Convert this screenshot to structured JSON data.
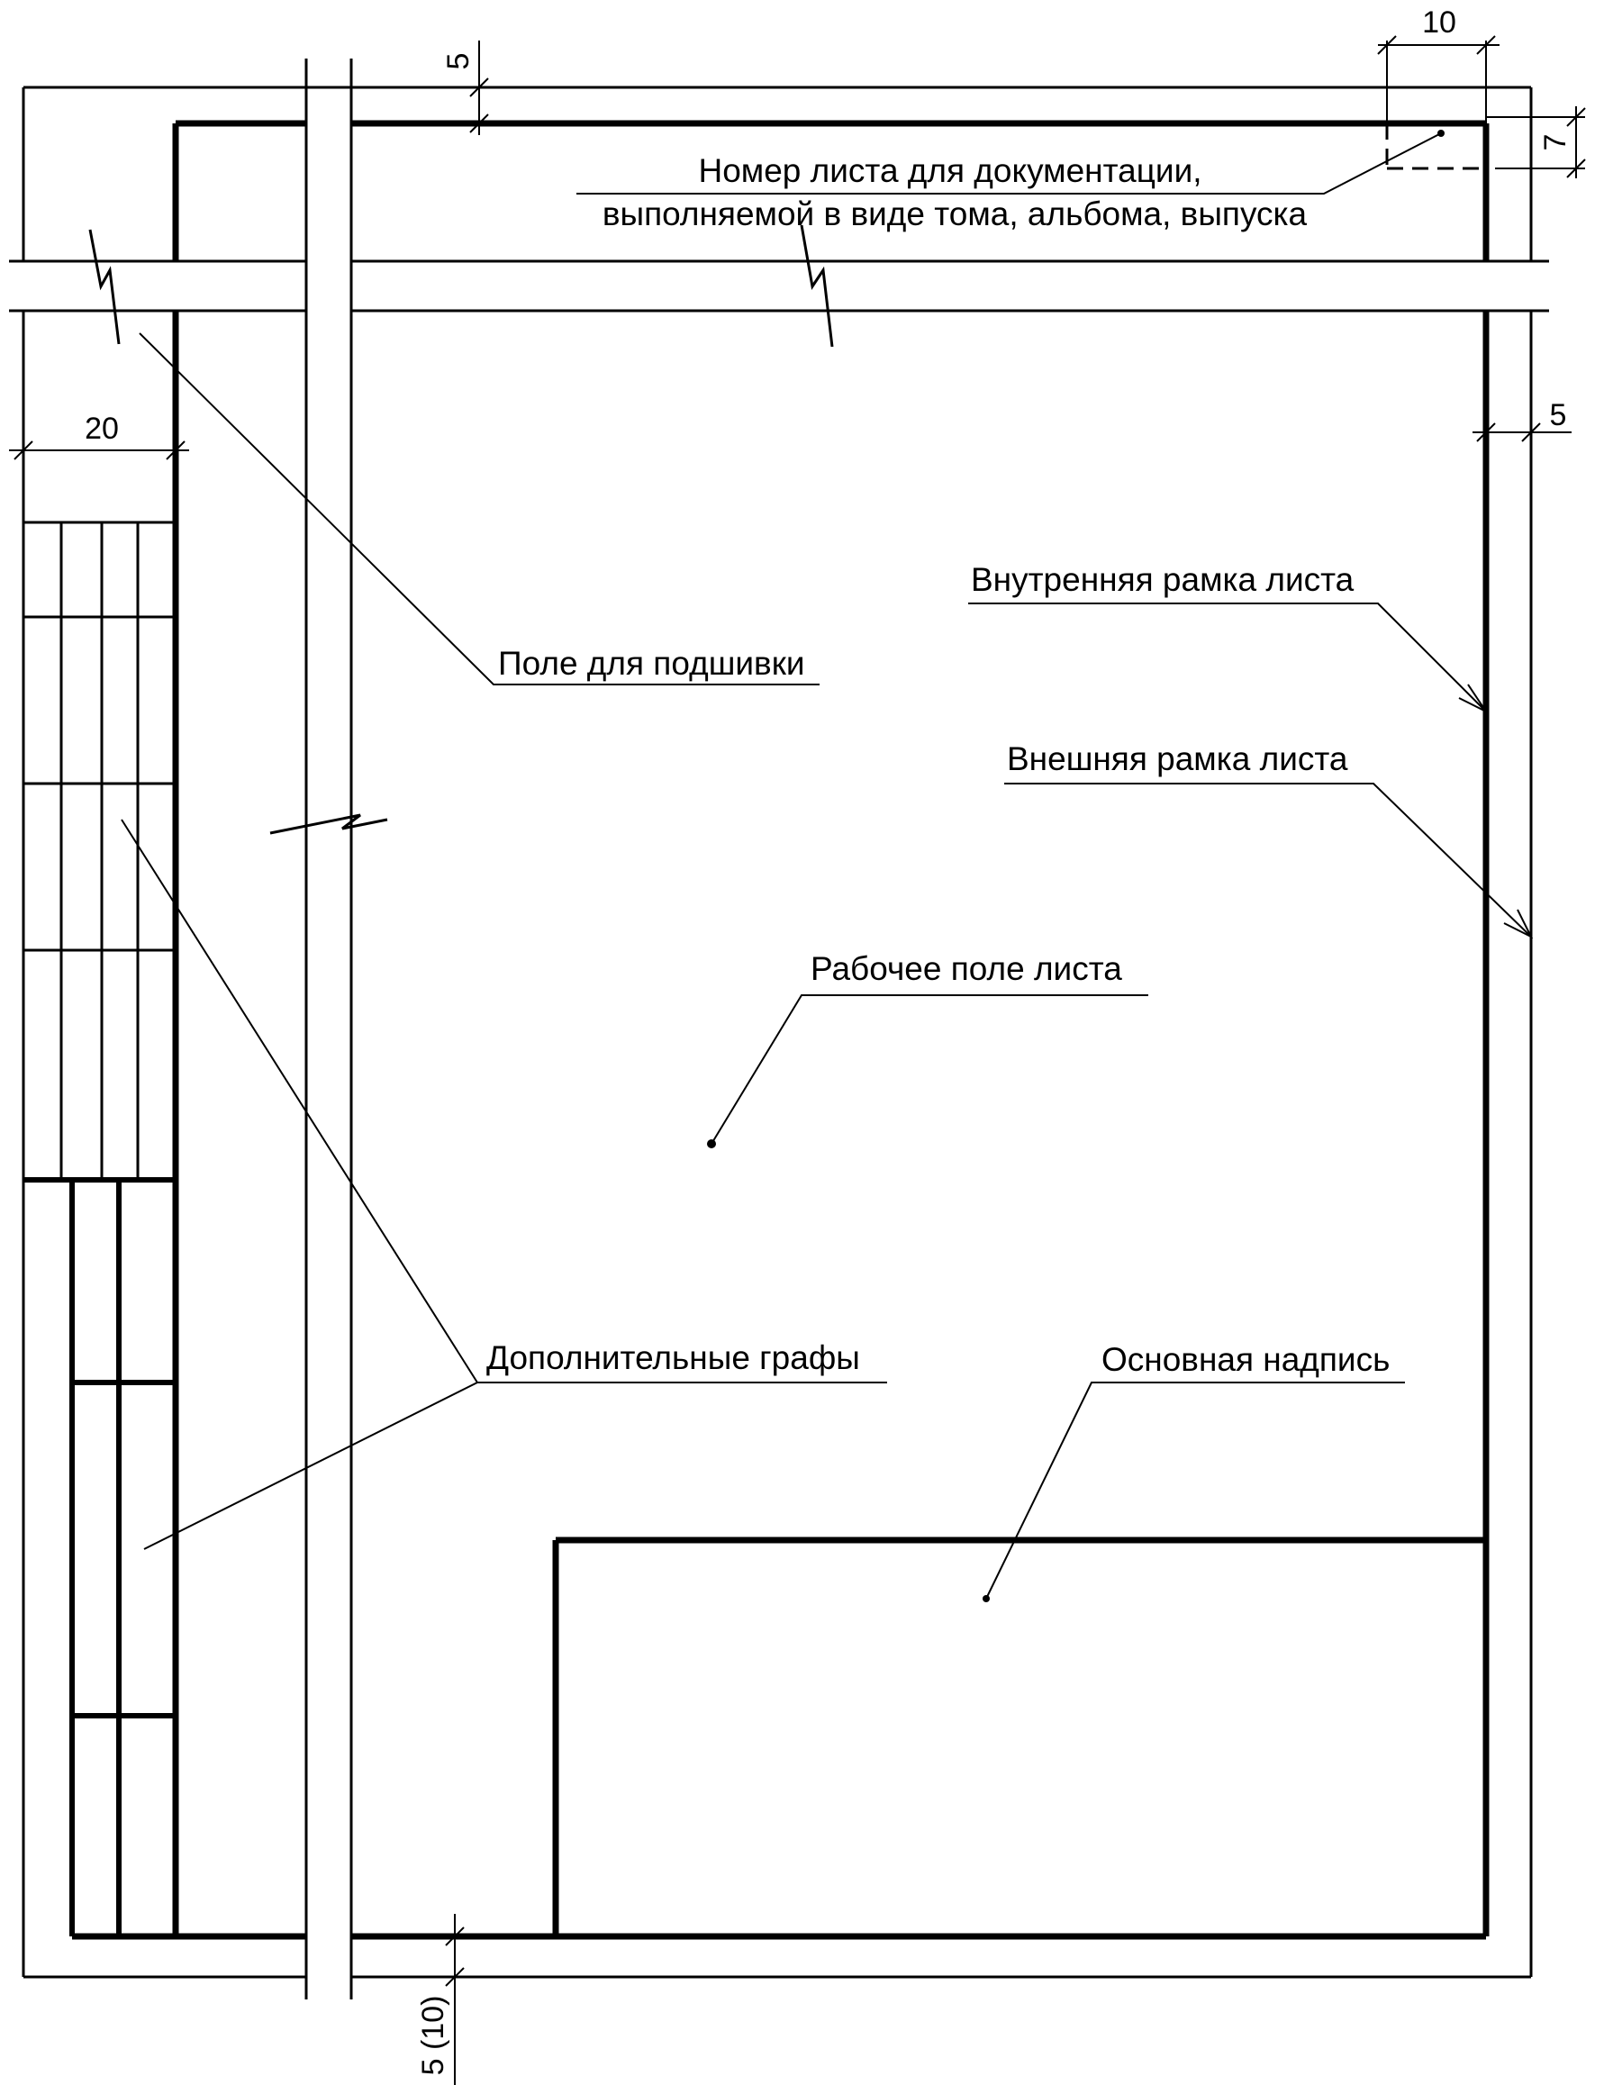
{
  "labels": {
    "sheet_number_line1": "Номер листа  для  документации,",
    "sheet_number_line2": "выполняемой в виде тома, альбома, выпуска",
    "binding_field": "Поле для подшивки",
    "inner_frame": "Внутренняя рамка листа",
    "outer_frame": "Внешняя рамка листа",
    "working_field": "Рабочее поле листа",
    "additional_columns": "Дополнительные графы",
    "title_block": "Основная надпись"
  },
  "dimensions": {
    "top_margin": "5",
    "sheet_number_width": "10",
    "sheet_number_height": "7",
    "right_margin": "5",
    "binding_width": "20",
    "bottom_margin": "5 (10)"
  },
  "colors": {
    "line": "#000000",
    "background": "#ffffff"
  }
}
